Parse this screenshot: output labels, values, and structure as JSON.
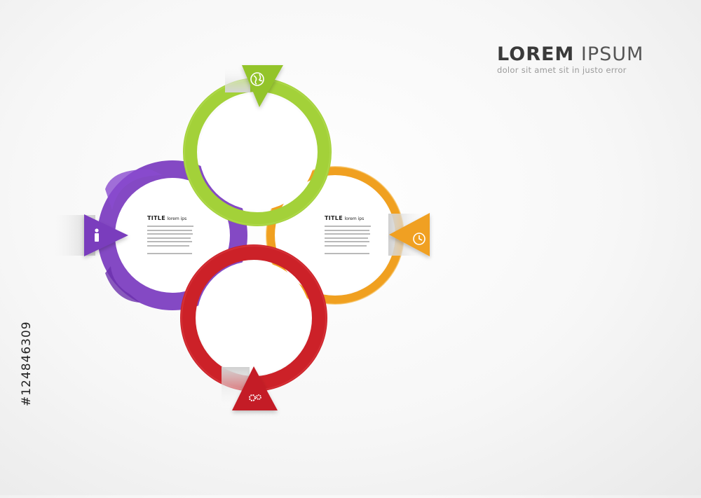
{
  "heading": {
    "title_bold": "LOREM",
    "title_light": "IPSUM",
    "subtitle": "dolor sit amet sit in justo error"
  },
  "text_blocks": [
    {
      "title": "TITLE",
      "title_small": "lorem ips"
    },
    {
      "title": "TITLE",
      "title_small": "lorem ips"
    }
  ],
  "stock_id": "#124846309",
  "rings": [
    {
      "color": "green",
      "hex": "#a3d139",
      "icon": "globe-icon"
    },
    {
      "color": "purple",
      "hex": "#7d3fc1",
      "icon": "person-icon"
    },
    {
      "color": "orange",
      "hex": "#f0a020",
      "icon": "clock-icon"
    },
    {
      "color": "red",
      "hex": "#cc2128",
      "icon": "gears-icon"
    }
  ]
}
